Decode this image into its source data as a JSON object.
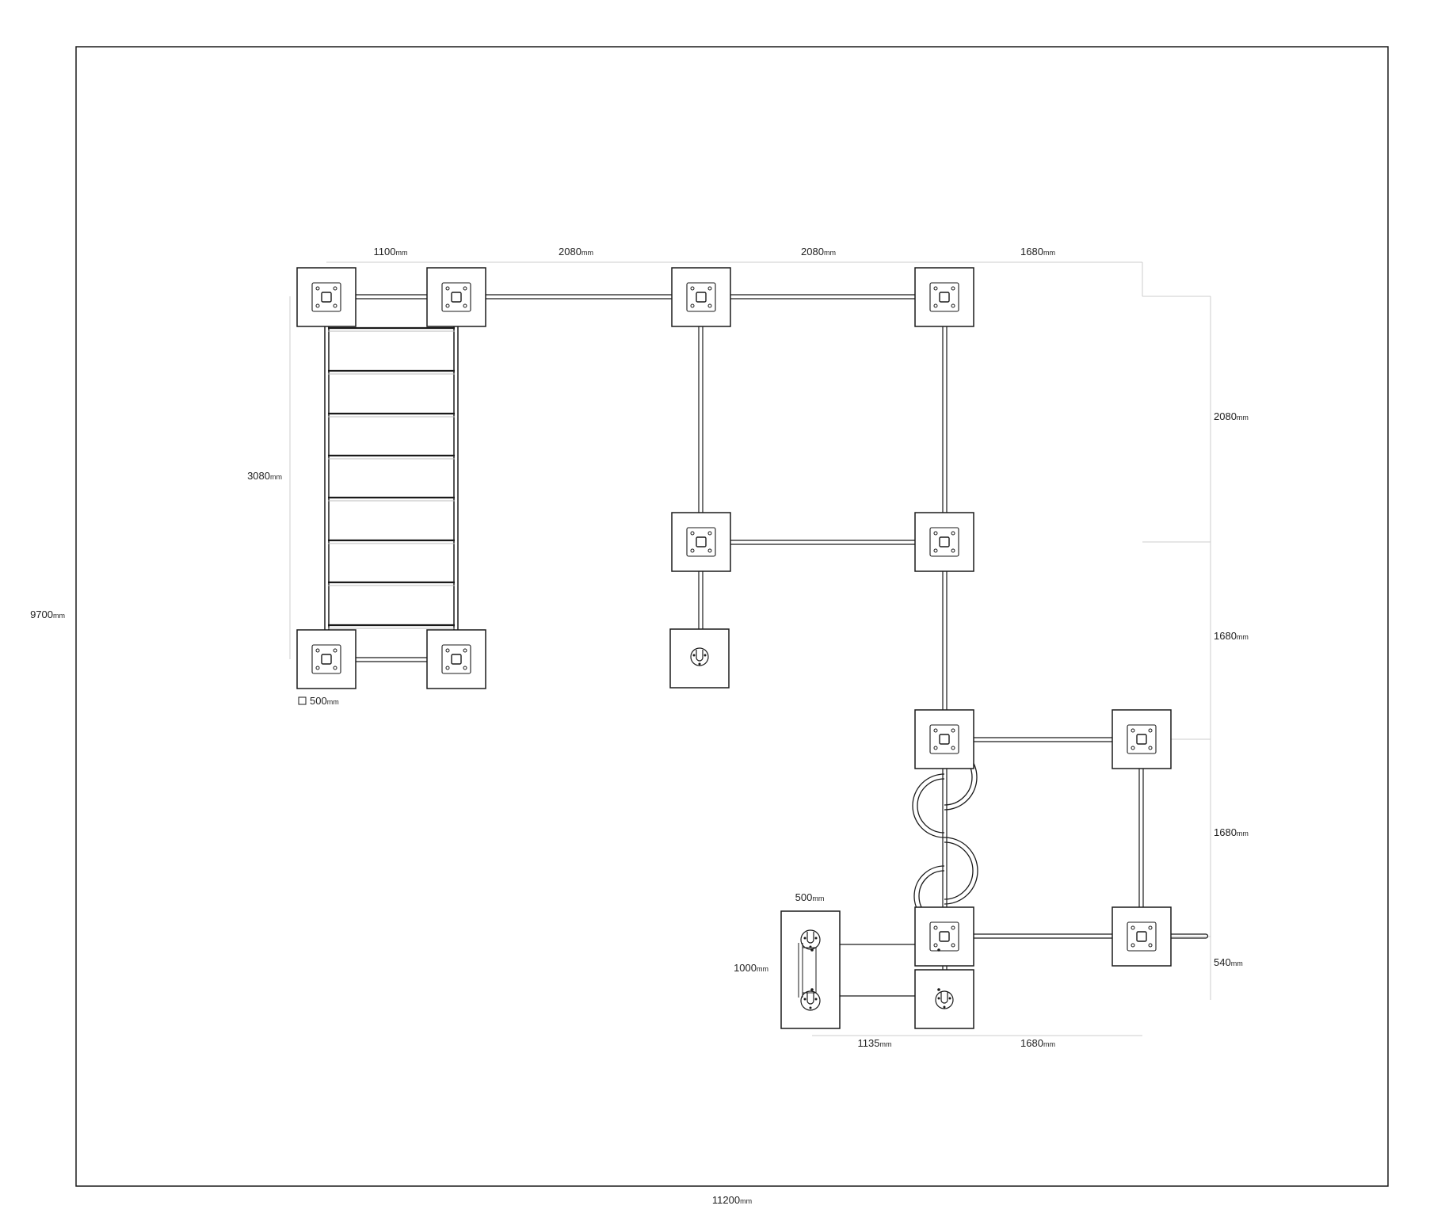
{
  "diagram": {
    "overall_width": {
      "value": "11200",
      "unit": "mm"
    },
    "overall_height": {
      "value": "9700",
      "unit": "mm"
    },
    "top_dims": [
      {
        "value": "1100",
        "unit": "mm"
      },
      {
        "value": "2080",
        "unit": "mm"
      },
      {
        "value": "2080",
        "unit": "mm"
      },
      {
        "value": "1680",
        "unit": "mm"
      }
    ],
    "right_dims": [
      {
        "value": "2080",
        "unit": "mm"
      },
      {
        "value": "1680",
        "unit": "mm"
      },
      {
        "value": "1680",
        "unit": "mm"
      },
      {
        "value": "540",
        "unit": "mm"
      }
    ],
    "bottom_dims": [
      {
        "value": "1135",
        "unit": "mm"
      },
      {
        "value": "1680",
        "unit": "mm"
      }
    ],
    "ladder_height": {
      "value": "3080",
      "unit": "mm"
    },
    "footing_size": {
      "value": "500",
      "unit": "mm"
    },
    "bench_width": {
      "value": "500",
      "unit": "mm"
    },
    "bench_length": {
      "value": "1000",
      "unit": "mm"
    },
    "colors": {
      "line": "#1a1a1a",
      "guide": "#cccccc",
      "background": "#ffffff"
    }
  }
}
